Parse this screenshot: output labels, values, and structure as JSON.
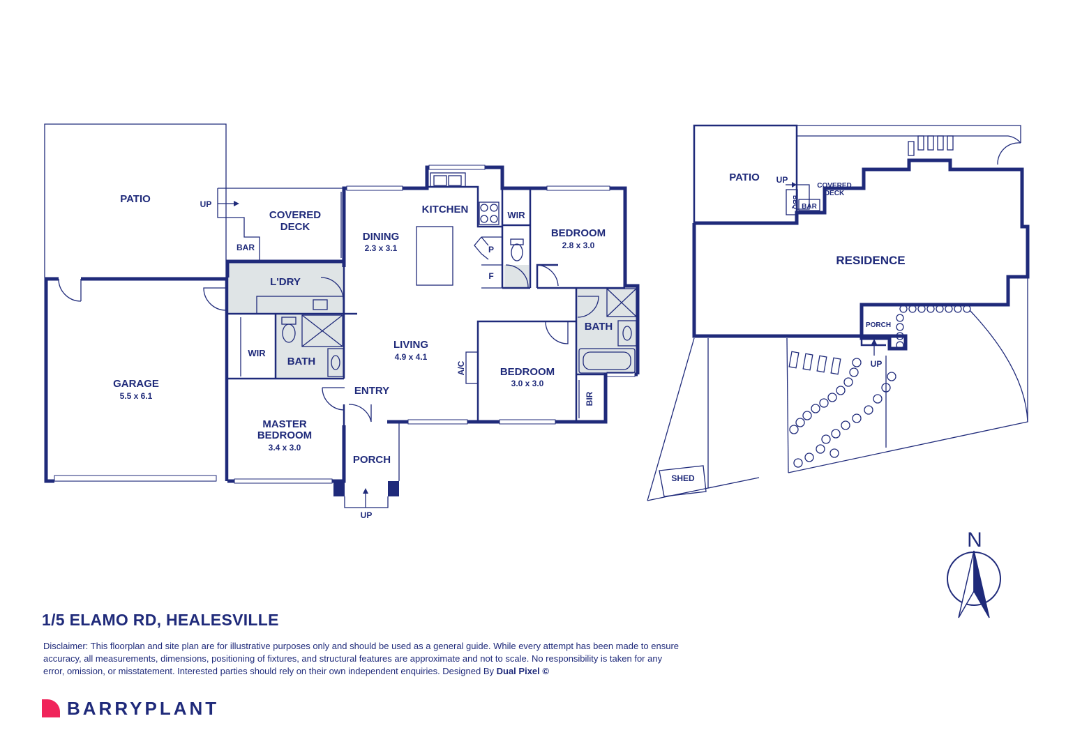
{
  "floor_plan": {
    "rooms": {
      "patio": {
        "name": "PATIO"
      },
      "covered_deck": {
        "line1": "COVERED",
        "line2": "DECK"
      },
      "bar": {
        "name": "BAR"
      },
      "up_deck": {
        "name": "UP"
      },
      "laundry": {
        "name": "L'DRY"
      },
      "dining": {
        "name": "DINING",
        "size": "2.3 x 3.1"
      },
      "kitchen": {
        "name": "KITCHEN"
      },
      "pantry": {
        "name": "P"
      },
      "fridge": {
        "name": "F"
      },
      "wir_kitchen": {
        "name": "WIR"
      },
      "bedroom_ne": {
        "name": "BEDROOM",
        "size": "2.8 x 3.0"
      },
      "bath_east": {
        "name": "BATH"
      },
      "living": {
        "name": "LIVING",
        "size": "4.9 x 4.1"
      },
      "ac": {
        "name": "A/C"
      },
      "bedroom_se": {
        "name": "BEDROOM",
        "size": "3.0 x 3.0"
      },
      "bir": {
        "name": "BIR"
      },
      "garage": {
        "name": "GARAGE",
        "size": "5.5 x 6.1"
      },
      "wir_master": {
        "name": "WIR"
      },
      "bath_central": {
        "name": "BATH"
      },
      "entry": {
        "name": "ENTRY"
      },
      "master": {
        "line1": "MASTER",
        "line2": "BEDROOM",
        "size": "3.4 x 3.0"
      },
      "porch": {
        "name": "PORCH"
      },
      "up_porch": {
        "name": "UP"
      }
    }
  },
  "site_plan": {
    "patio": "PATIO",
    "up_patio": "UP",
    "covered_deck_line1": "COVERED",
    "covered_deck_line2": "DECK",
    "bbq": "BBQ",
    "bar": "BAR",
    "residence": "RESIDENCE",
    "porch": "PORCH",
    "up_porch": "UP",
    "shed": "SHED"
  },
  "compass": {
    "label": "N"
  },
  "address": "1/5 ELAMO RD, HEALESVILLE",
  "disclaimer": {
    "text": "Disclaimer: This floorplan and site plan are for illustrative purposes only and should be used as a general guide. While every attempt has been made to ensure accuracy, all measurements, dimensions, positioning of fixtures, and structural features are approximate and not to scale. No responsibility is taken for any error, omission, or misstatement. Interested parties should rely on their own independent enquiries. Designed By ",
    "designer": "Dual Pixel ©"
  },
  "brand": {
    "name": "BARRYPLANT"
  },
  "colors": {
    "ink": "#1f2a7a",
    "wet_area": "#dfe4e6",
    "brand_accent": "#f0245a"
  }
}
